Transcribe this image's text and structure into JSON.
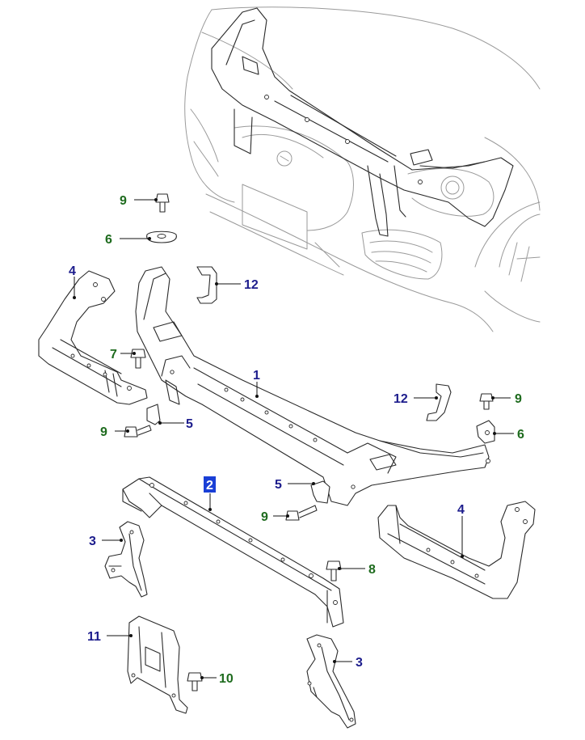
{
  "diagram": {
    "callouts": [
      {
        "id": "c9a",
        "text": "9",
        "color": "green"
      },
      {
        "id": "c6a",
        "text": "6",
        "color": "green"
      },
      {
        "id": "c4a",
        "text": "4",
        "color": "blue"
      },
      {
        "id": "c12a",
        "text": "12",
        "color": "blue"
      },
      {
        "id": "c7",
        "text": "7",
        "color": "green"
      },
      {
        "id": "c1",
        "text": "1",
        "color": "blue"
      },
      {
        "id": "c9b",
        "text": "9",
        "color": "green"
      },
      {
        "id": "c5a",
        "text": "5",
        "color": "blue"
      },
      {
        "id": "c12b",
        "text": "12",
        "color": "blue"
      },
      {
        "id": "c9c",
        "text": "9",
        "color": "green"
      },
      {
        "id": "c6b",
        "text": "6",
        "color": "green"
      },
      {
        "id": "c2",
        "text": "2",
        "color": "blue",
        "selected": true
      },
      {
        "id": "c5b",
        "text": "5",
        "color": "blue"
      },
      {
        "id": "c9d",
        "text": "9",
        "color": "green"
      },
      {
        "id": "c4b",
        "text": "4",
        "color": "blue"
      },
      {
        "id": "c3a",
        "text": "3",
        "color": "blue"
      },
      {
        "id": "c8",
        "text": "8",
        "color": "green"
      },
      {
        "id": "c11",
        "text": "11",
        "color": "blue"
      },
      {
        "id": "c10",
        "text": "10",
        "color": "green"
      },
      {
        "id": "c3b",
        "text": "3",
        "color": "blue"
      }
    ],
    "colors": {
      "blue_label": "#1c1c8c",
      "green_label": "#1e6b1e",
      "selection": "#1a3fd6",
      "line": "#2a2a2a",
      "car_outline": "#9a9a9a"
    }
  }
}
